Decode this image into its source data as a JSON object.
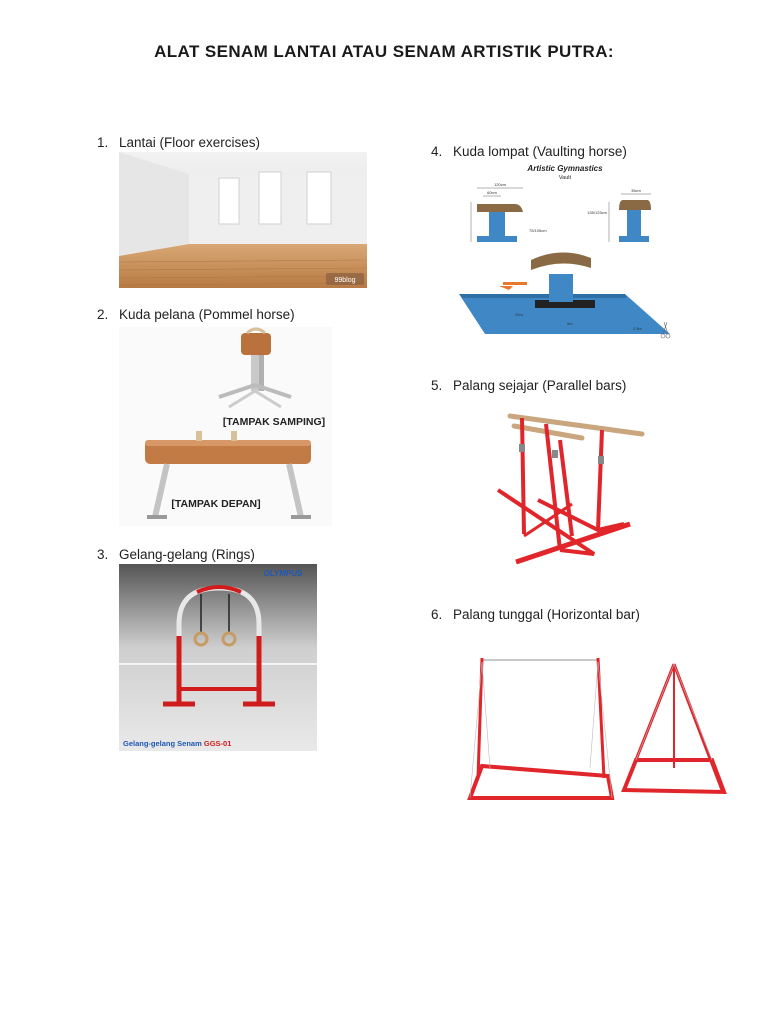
{
  "document": {
    "title": "ALAT SENAM LANTAI ATAU SENAM ARTISTIK PUTRA:"
  },
  "items": [
    {
      "number": "1.",
      "label": "Lantai (Floor exercises)",
      "image": {
        "watermark": "99blog"
      }
    },
    {
      "number": "2.",
      "label": "Kuda pelana (Pommel horse)",
      "image": {
        "caption_side": "[TAMPAK SAMPING]",
        "caption_front": "[TAMPAK DEPAN]"
      }
    },
    {
      "number": "3.",
      "label": "Gelang-gelang (Rings)",
      "image": {
        "brand": "OLYMPUS",
        "caption": "Gelang-gelang Senam",
        "model": "GGS-01"
      }
    },
    {
      "number": "4.",
      "label": "Kuda lompat (Vaulting horse)",
      "image": {
        "title": "Artistic Gymnastics",
        "subtitle": "Vault",
        "dim_length": "120cm",
        "dim_top": "60cm",
        "dim_width": "35cm",
        "dim_height": "135/125cm",
        "dim_adjust": "75/105cm",
        "dim_run": "25m",
        "dim_board": "5m",
        "dim_mat": "2.5m"
      }
    },
    {
      "number": "5.",
      "label": "Palang sejajar (Parallel bars)"
    },
    {
      "number": "6.",
      "label": "Palang tunggal (Horizontal bar)"
    }
  ]
}
